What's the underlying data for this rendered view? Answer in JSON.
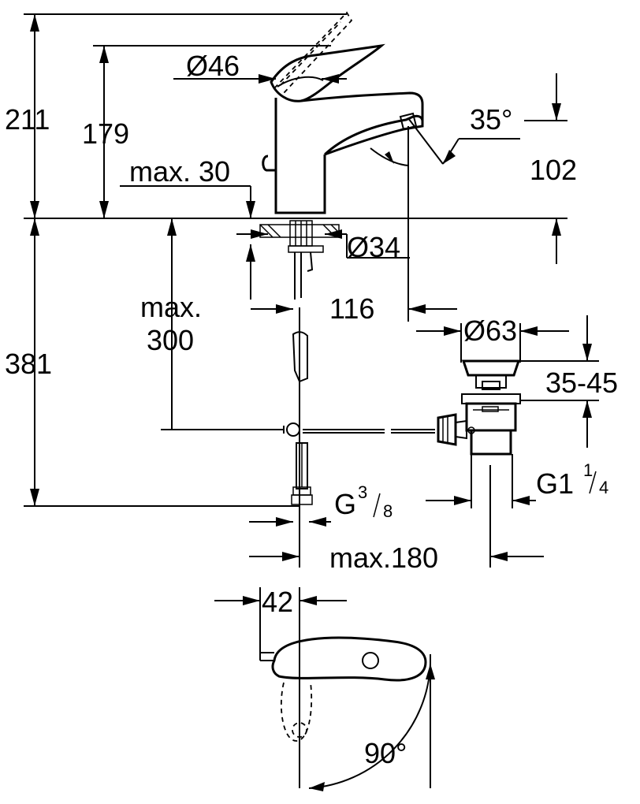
{
  "dimensions": {
    "h_total_top": "211",
    "h_spout_top": "179",
    "lever_dia": "Ø46",
    "spout_angle": "35°",
    "spout_height": "102",
    "max_thickness": "max. 30",
    "body_dia": "Ø34",
    "max_depth_line1": "max.",
    "max_depth_line2": "300",
    "spout_reach": "116",
    "waste_dia": "Ø63",
    "h_below": "381",
    "waste_range": "35-45",
    "waste_thread_main": "G1",
    "waste_thread_num": "1",
    "waste_thread_den": "4",
    "supply_thread_main": "G",
    "supply_thread_num": "3",
    "supply_thread_den": "8",
    "max_180": "max.180",
    "lever_width": "42",
    "lever_rotation": "90°"
  }
}
